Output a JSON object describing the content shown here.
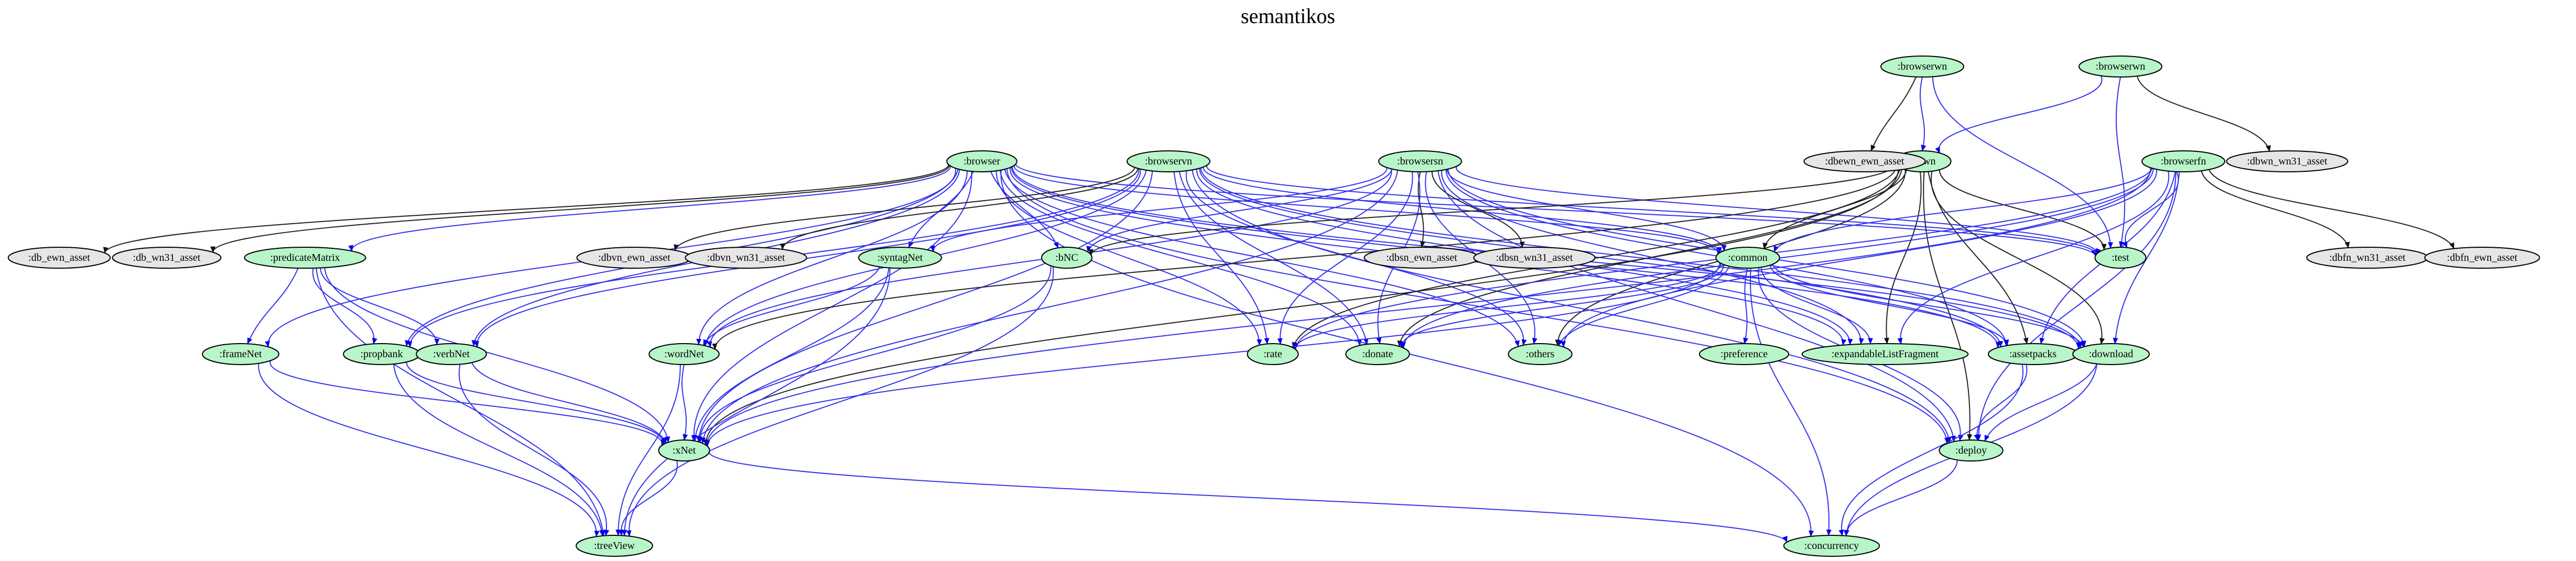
{
  "title": "semantikos",
  "colors": {
    "project_fill": "#b8f5c8",
    "external_fill": "#e6e6e6",
    "edge_blue": "#3333ee",
    "edge_black": "#222222",
    "stroke": "#000000"
  },
  "nodes": [
    {
      "id": "browserwn",
      "label": ":browserwn",
      "kind": "project"
    },
    {
      "id": "browserwn2",
      "label": ":browserwn",
      "kind": "project"
    },
    {
      "id": "browsersn",
      "label": ":browsersn",
      "kind": "project"
    },
    {
      "id": "browser",
      "label": ":browser",
      "kind": "project"
    },
    {
      "id": "browservn",
      "label": ":browservn",
      "kind": "project"
    },
    {
      "id": "browserfn",
      "label": ":browserfn",
      "kind": "project"
    },
    {
      "id": "libwn",
      "label": ":libwn",
      "kind": "project"
    },
    {
      "id": "dbewn_ewn_asset",
      "label": ":dbewn_ewn_asset",
      "kind": "external"
    },
    {
      "id": "dbwn_wn31_asset",
      "label": ":dbwn_wn31_asset",
      "kind": "external"
    },
    {
      "id": "db_ewn_asset",
      "label": ":db_ewn_asset",
      "kind": "external"
    },
    {
      "id": "db_wn31_asset",
      "label": ":db_wn31_asset",
      "kind": "external"
    },
    {
      "id": "predicateMatrix",
      "label": ":predicateMatrix",
      "kind": "project"
    },
    {
      "id": "dbvn_ewn_asset",
      "label": ":dbvn_ewn_asset",
      "kind": "external"
    },
    {
      "id": "dbvn_wn31_asset",
      "label": ":dbvn_wn31_asset",
      "kind": "external"
    },
    {
      "id": "syntagNet",
      "label": ":syntagNet",
      "kind": "project"
    },
    {
      "id": "bNC",
      "label": ":bNC",
      "kind": "project"
    },
    {
      "id": "dbsn_ewn_asset",
      "label": ":dbsn_ewn_asset",
      "kind": "external"
    },
    {
      "id": "dbsn_wn31_asset",
      "label": ":dbsn_wn31_asset",
      "kind": "external"
    },
    {
      "id": "common",
      "label": ":common",
      "kind": "project"
    },
    {
      "id": "test",
      "label": ":test",
      "kind": "project"
    },
    {
      "id": "dbfn_wn31_asset",
      "label": ":dbfn_wn31_asset",
      "kind": "external"
    },
    {
      "id": "dbfn_ewn_asset",
      "label": ":dbfn_ewn_asset",
      "kind": "external"
    },
    {
      "id": "frameNet",
      "label": ":frameNet",
      "kind": "project"
    },
    {
      "id": "propbank",
      "label": ":propbank",
      "kind": "project"
    },
    {
      "id": "verbNet",
      "label": ":verbNet",
      "kind": "project"
    },
    {
      "id": "wordNet",
      "label": ":wordNet",
      "kind": "project"
    },
    {
      "id": "rate",
      "label": ":rate",
      "kind": "project"
    },
    {
      "id": "donate",
      "label": ":donate",
      "kind": "project"
    },
    {
      "id": "others",
      "label": ":others",
      "kind": "project"
    },
    {
      "id": "preference",
      "label": ":preference",
      "kind": "project"
    },
    {
      "id": "expandableListFragment",
      "label": ":expandableListFragment",
      "kind": "project"
    },
    {
      "id": "assetpacks",
      "label": ":assetpacks",
      "kind": "project"
    },
    {
      "id": "download",
      "label": ":download",
      "kind": "project"
    },
    {
      "id": "xNet",
      "label": ":xNet",
      "kind": "project"
    },
    {
      "id": "deploy",
      "label": ":deploy",
      "kind": "project"
    },
    {
      "id": "treeView",
      "label": ":treeView",
      "kind": "project"
    },
    {
      "id": "concurrency",
      "label": ":concurrency",
      "kind": "project"
    }
  ],
  "edges": [
    {
      "from": "browserwn",
      "to": "dbewn_ewn_asset",
      "color": "black"
    },
    {
      "from": "browserwn",
      "to": "libwn",
      "color": "blue"
    },
    {
      "from": "browserwn",
      "to": "test",
      "color": "blue"
    },
    {
      "from": "browserwn2",
      "to": "dbwn_wn31_asset",
      "color": "black"
    },
    {
      "from": "browserwn2",
      "to": "libwn",
      "color": "blue"
    },
    {
      "from": "browserwn2",
      "to": "test",
      "color": "blue"
    },
    {
      "from": "browser",
      "to": "db_ewn_asset",
      "color": "black"
    },
    {
      "from": "browser",
      "to": "db_wn31_asset",
      "color": "black"
    },
    {
      "from": "browser",
      "to": "predicateMatrix",
      "color": "blue"
    },
    {
      "from": "browser",
      "to": "frameNet",
      "color": "blue"
    },
    {
      "from": "browser",
      "to": "propbank",
      "color": "blue"
    },
    {
      "from": "browser",
      "to": "verbNet",
      "color": "blue"
    },
    {
      "from": "browser",
      "to": "wordNet",
      "color": "blue"
    },
    {
      "from": "browser",
      "to": "xNet",
      "color": "blue"
    },
    {
      "from": "browser",
      "to": "bNC",
      "color": "blue"
    },
    {
      "from": "browser",
      "to": "syntagNet",
      "color": "blue"
    },
    {
      "from": "browser",
      "to": "common",
      "color": "blue"
    },
    {
      "from": "browser",
      "to": "rate",
      "color": "blue"
    },
    {
      "from": "browser",
      "to": "donate",
      "color": "blue"
    },
    {
      "from": "browser",
      "to": "others",
      "color": "blue"
    },
    {
      "from": "browser",
      "to": "expandableListFragment",
      "color": "blue"
    },
    {
      "from": "browser",
      "to": "assetpacks",
      "color": "blue"
    },
    {
      "from": "browser",
      "to": "download",
      "color": "blue"
    },
    {
      "from": "browser",
      "to": "deploy",
      "color": "blue"
    },
    {
      "from": "browser",
      "to": "test",
      "color": "blue"
    },
    {
      "from": "browser",
      "to": "concurrency",
      "color": "blue"
    },
    {
      "from": "browservn",
      "to": "dbvn_ewn_asset",
      "color": "black"
    },
    {
      "from": "browservn",
      "to": "dbvn_wn31_asset",
      "color": "black"
    },
    {
      "from": "browservn",
      "to": "propbank",
      "color": "blue"
    },
    {
      "from": "browservn",
      "to": "verbNet",
      "color": "blue"
    },
    {
      "from": "browservn",
      "to": "wordNet",
      "color": "blue"
    },
    {
      "from": "browservn",
      "to": "xNet",
      "color": "blue"
    },
    {
      "from": "browservn",
      "to": "common",
      "color": "blue"
    },
    {
      "from": "browservn",
      "to": "rate",
      "color": "blue"
    },
    {
      "from": "browservn",
      "to": "donate",
      "color": "blue"
    },
    {
      "from": "browservn",
      "to": "others",
      "color": "blue"
    },
    {
      "from": "browservn",
      "to": "expandableListFragment",
      "color": "blue"
    },
    {
      "from": "browservn",
      "to": "assetpacks",
      "color": "blue"
    },
    {
      "from": "browservn",
      "to": "download",
      "color": "blue"
    },
    {
      "from": "browservn",
      "to": "deploy",
      "color": "blue"
    },
    {
      "from": "browservn",
      "to": "test",
      "color": "blue"
    },
    {
      "from": "browsersn",
      "to": "dbsn_ewn_asset",
      "color": "black"
    },
    {
      "from": "browsersn",
      "to": "dbsn_wn31_asset",
      "color": "black"
    },
    {
      "from": "browsersn",
      "to": "syntagNet",
      "color": "blue"
    },
    {
      "from": "browsersn",
      "to": "wordNet",
      "color": "blue"
    },
    {
      "from": "browsersn",
      "to": "xNet",
      "color": "blue"
    },
    {
      "from": "browsersn",
      "to": "bNC",
      "color": "blue"
    },
    {
      "from": "browsersn",
      "to": "common",
      "color": "blue"
    },
    {
      "from": "browsersn",
      "to": "rate",
      "color": "blue"
    },
    {
      "from": "browsersn",
      "to": "donate",
      "color": "blue"
    },
    {
      "from": "browsersn",
      "to": "others",
      "color": "blue"
    },
    {
      "from": "browsersn",
      "to": "expandableListFragment",
      "color": "blue"
    },
    {
      "from": "browsersn",
      "to": "assetpacks",
      "color": "blue"
    },
    {
      "from": "browsersn",
      "to": "download",
      "color": "blue"
    },
    {
      "from": "browsersn",
      "to": "deploy",
      "color": "blue"
    },
    {
      "from": "browsersn",
      "to": "test",
      "color": "blue"
    },
    {
      "from": "libwn",
      "to": "common",
      "color": "black"
    },
    {
      "from": "libwn",
      "to": "bNC",
      "color": "black"
    },
    {
      "from": "libwn",
      "to": "wordNet",
      "color": "black"
    },
    {
      "from": "libwn",
      "to": "xNet",
      "color": "black"
    },
    {
      "from": "libwn",
      "to": "rate",
      "color": "black"
    },
    {
      "from": "libwn",
      "to": "donate",
      "color": "black"
    },
    {
      "from": "libwn",
      "to": "others",
      "color": "black"
    },
    {
      "from": "libwn",
      "to": "expandableListFragment",
      "color": "black"
    },
    {
      "from": "libwn",
      "to": "assetpacks",
      "color": "black"
    },
    {
      "from": "libwn",
      "to": "download",
      "color": "black"
    },
    {
      "from": "libwn",
      "to": "deploy",
      "color": "black"
    },
    {
      "from": "libwn",
      "to": "test",
      "color": "black"
    },
    {
      "from": "browserfn",
      "to": "dbfn_wn31_asset",
      "color": "black"
    },
    {
      "from": "browserfn",
      "to": "dbfn_ewn_asset",
      "color": "black"
    },
    {
      "from": "browserfn",
      "to": "common",
      "color": "blue"
    },
    {
      "from": "browserfn",
      "to": "rate",
      "color": "blue"
    },
    {
      "from": "browserfn",
      "to": "donate",
      "color": "blue"
    },
    {
      "from": "browserfn",
      "to": "others",
      "color": "blue"
    },
    {
      "from": "browserfn",
      "to": "expandableListFragment",
      "color": "blue"
    },
    {
      "from": "browserfn",
      "to": "assetpacks",
      "color": "blue"
    },
    {
      "from": "browserfn",
      "to": "download",
      "color": "blue"
    },
    {
      "from": "browserfn",
      "to": "deploy",
      "color": "blue"
    },
    {
      "from": "browserfn",
      "to": "xNet",
      "color": "blue"
    },
    {
      "from": "browserfn",
      "to": "test",
      "color": "blue"
    },
    {
      "from": "predicateMatrix",
      "to": "frameNet",
      "color": "blue"
    },
    {
      "from": "predicateMatrix",
      "to": "propbank",
      "color": "blue"
    },
    {
      "from": "predicateMatrix",
      "to": "verbNet",
      "color": "blue"
    },
    {
      "from": "predicateMatrix",
      "to": "xNet",
      "color": "blue"
    },
    {
      "from": "predicateMatrix",
      "to": "treeView",
      "color": "blue"
    },
    {
      "from": "syntagNet",
      "to": "wordNet",
      "color": "blue"
    },
    {
      "from": "syntagNet",
      "to": "xNet",
      "color": "blue"
    },
    {
      "from": "syntagNet",
      "to": "treeView",
      "color": "blue"
    },
    {
      "from": "bNC",
      "to": "xNet",
      "color": "blue"
    },
    {
      "from": "bNC",
      "to": "treeView",
      "color": "blue"
    },
    {
      "from": "frameNet",
      "to": "xNet",
      "color": "blue"
    },
    {
      "from": "frameNet",
      "to": "treeView",
      "color": "blue"
    },
    {
      "from": "propbank",
      "to": "xNet",
      "color": "blue"
    },
    {
      "from": "propbank",
      "to": "treeView",
      "color": "blue"
    },
    {
      "from": "verbNet",
      "to": "xNet",
      "color": "blue"
    },
    {
      "from": "verbNet",
      "to": "treeView",
      "color": "blue"
    },
    {
      "from": "wordNet",
      "to": "xNet",
      "color": "blue"
    },
    {
      "from": "wordNet",
      "to": "treeView",
      "color": "blue"
    },
    {
      "from": "common",
      "to": "rate",
      "color": "blue"
    },
    {
      "from": "common",
      "to": "donate",
      "color": "blue"
    },
    {
      "from": "common",
      "to": "others",
      "color": "blue"
    },
    {
      "from": "common",
      "to": "preference",
      "color": "blue"
    },
    {
      "from": "common",
      "to": "expandableListFragment",
      "color": "blue"
    },
    {
      "from": "common",
      "to": "assetpacks",
      "color": "blue"
    },
    {
      "from": "common",
      "to": "download",
      "color": "blue"
    },
    {
      "from": "common",
      "to": "deploy",
      "color": "blue"
    },
    {
      "from": "common",
      "to": "concurrency",
      "color": "blue"
    },
    {
      "from": "common",
      "to": "xNet",
      "color": "blue"
    },
    {
      "from": "assetpacks",
      "to": "deploy",
      "color": "blue"
    },
    {
      "from": "assetpacks",
      "to": "concurrency",
      "color": "blue"
    },
    {
      "from": "download",
      "to": "deploy",
      "color": "blue"
    },
    {
      "from": "download",
      "to": "concurrency",
      "color": "blue"
    },
    {
      "from": "deploy",
      "to": "concurrency",
      "color": "blue"
    },
    {
      "from": "xNet",
      "to": "treeView",
      "color": "blue"
    },
    {
      "from": "xNet",
      "to": "concurrency",
      "color": "blue"
    }
  ]
}
